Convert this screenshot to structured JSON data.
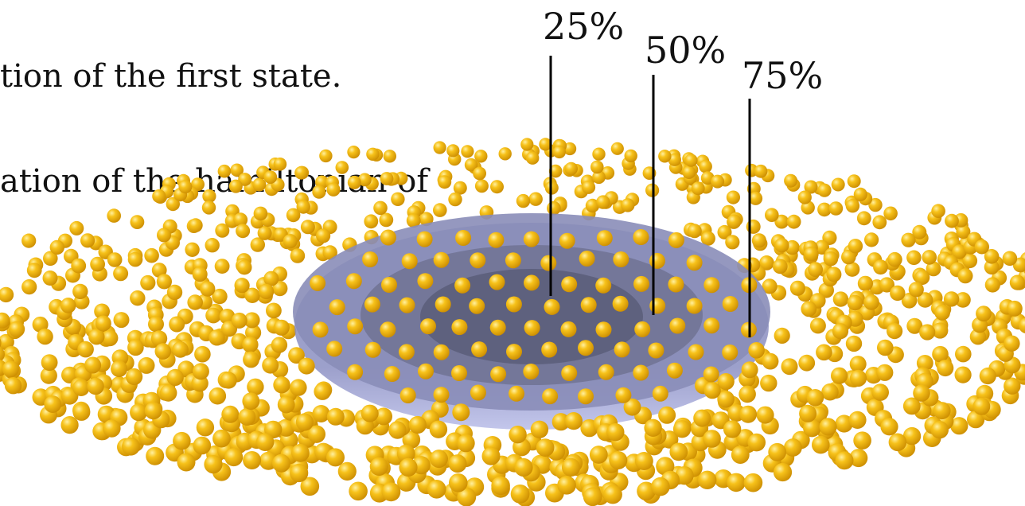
{
  "caption": {
    "line1": "tion of the first state.",
    "line2": "ation of the hamiltonian of"
  },
  "contours": [
    {
      "label": "25%"
    },
    {
      "label": "50%"
    },
    {
      "label": "75%"
    }
  ],
  "colors": {
    "atom": "#f4b400",
    "atom_highlight": "#ffe27a",
    "atom_shadow": "#c98a00",
    "surface_outer": "#9a9fcf",
    "surface_mid": "#7b7fa8",
    "surface_inner": "#5b5e78",
    "leader_line": "#000000"
  }
}
